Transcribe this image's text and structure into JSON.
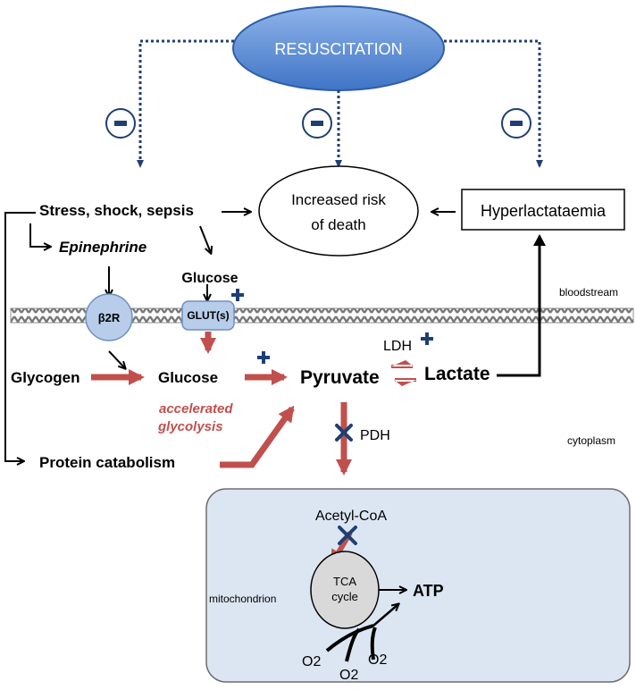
{
  "resuscitation": {
    "label": "RESUSCITATION",
    "color": "#4f86d6"
  },
  "inhibit_sign": "-",
  "activate_sign": "+",
  "block_sign": "✕",
  "nodes": {
    "stress": "Stress, shock, sepsis",
    "epinephrine": "Epinephrine",
    "glucose_blood": "Glucose",
    "risk_line1": "Increased risk",
    "risk_line2": "of death",
    "hyperlactataemia": "Hyperlactataemia",
    "bloodstream": "bloodstream",
    "beta2r": "β2R",
    "gluts": "GLUT(s)",
    "glycogen": "Glycogen",
    "glucose_cell": "Glucose",
    "pyruvate": "Pyruvate",
    "ldh": "LDH",
    "lactate": "Lactate",
    "accel_line1": "accelerated",
    "accel_line2": "glycolysis",
    "pdh": "PDH",
    "cytoplasm": "cytoplasm",
    "protein": "Protein catabolism",
    "acetyl": "Acetyl-CoA",
    "tca_line1": "TCA",
    "tca_line2": "cycle",
    "atp": "ATP",
    "mitochondrion": "mitochondrion",
    "o2_left": "O2",
    "o2_bottom": "O2",
    "o2_right": "O2"
  },
  "colors": {
    "red_arrow": "#c0504d",
    "blue_mark": "#1f3f73",
    "membrane": "#6e6e6e",
    "mito_fill": "#dce6f2",
    "receptor_fill": "#b8cdea"
  }
}
